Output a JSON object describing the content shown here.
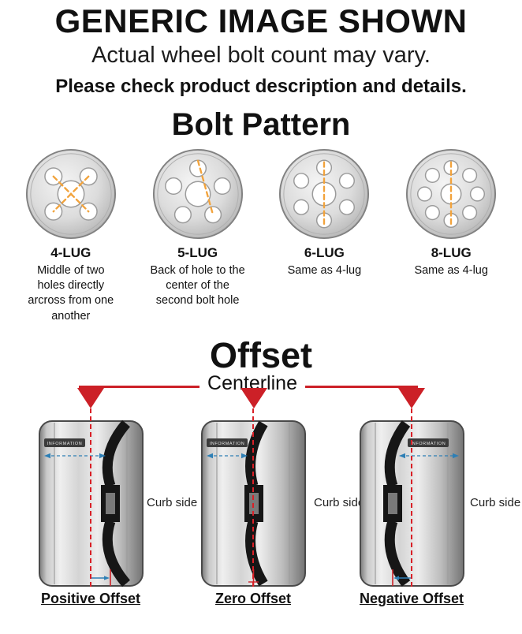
{
  "header": {
    "title": "GENERIC IMAGE SHOWN",
    "subtitle": "Actual wheel bolt count may vary.",
    "note": "Please check product description and details."
  },
  "bolt_pattern": {
    "title": "Bolt Pattern",
    "lugs": [
      {
        "label": "4-LUG",
        "description": "Middle of two holes directly arcross from one another"
      },
      {
        "label": "5-LUG",
        "description": "Back of hole to the center of the second bolt hole"
      },
      {
        "label": "6-LUG",
        "description": "Same as 4-lug"
      },
      {
        "label": "8-LUG",
        "description": "Same as 4-lug"
      }
    ]
  },
  "offset": {
    "title": "Offset",
    "centerline_label": "Centerline",
    "curb_side": "Curb side",
    "watermark": "INFORMATION",
    "types": [
      {
        "label": "Positive Offset"
      },
      {
        "label": "Zero Offset"
      },
      {
        "label": "Negative Offset"
      }
    ]
  },
  "colors": {
    "centerline_red": "#cc2027",
    "measure_blue": "#2e7fb5",
    "lug_dash_orange": "#f2a33c",
    "wheel_gray": "#c9c9c9",
    "disc_black": "#161616"
  }
}
